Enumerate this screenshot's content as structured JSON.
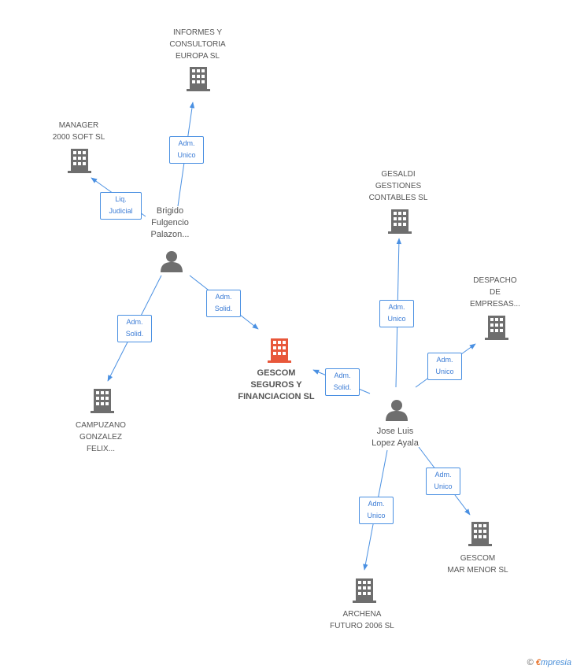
{
  "colors": {
    "edge": "#4a90e2",
    "building": "#6e6e6e",
    "main_building": "#e8573a",
    "person": "#6e6e6e"
  },
  "nodes": {
    "informes": [
      "INFORMES Y",
      "CONSULTORIA",
      "EUROPA SL"
    ],
    "manager": [
      "MANAGER",
      "2000 SOFT SL"
    ],
    "gesaldi": [
      "GESALDI",
      "GESTIONES",
      "CONTABLES SL"
    ],
    "despacho": [
      "DESPACHO",
      "DE",
      "EMPRESAS..."
    ],
    "gescom_main": [
      "GESCOM",
      "SEGUROS Y",
      "FINANCIACION SL"
    ],
    "campuzano": [
      "CAMPUZANO",
      "GONZALEZ",
      "FELIX..."
    ],
    "gescom_mar": [
      "GESCOM",
      "MAR MENOR SL"
    ],
    "archena": [
      "ARCHENA",
      "FUTURO 2006 SL"
    ]
  },
  "persons": {
    "brigido": [
      "Brigido",
      "Fulgencio",
      "Palazon..."
    ],
    "jose": [
      "Jose Luis",
      "Lopez Ayala"
    ]
  },
  "edges": {
    "e1": [
      "Adm.",
      "Unico"
    ],
    "e2": [
      "Liq.",
      "Judicial"
    ],
    "e3": [
      "Adm.",
      "Solid."
    ],
    "e4": [
      "Adm.",
      "Solid."
    ],
    "e5": [
      "Adm.",
      "Unico"
    ],
    "e6": [
      "Adm.",
      "Unico"
    ],
    "e7": [
      "Adm.",
      "Solid."
    ],
    "e8": [
      "Adm.",
      "Unico"
    ],
    "e9": [
      "Adm.",
      "Unico"
    ]
  },
  "footer": {
    "copyright": "©",
    "brand_e": "€",
    "brand_rest": "mpresia"
  }
}
